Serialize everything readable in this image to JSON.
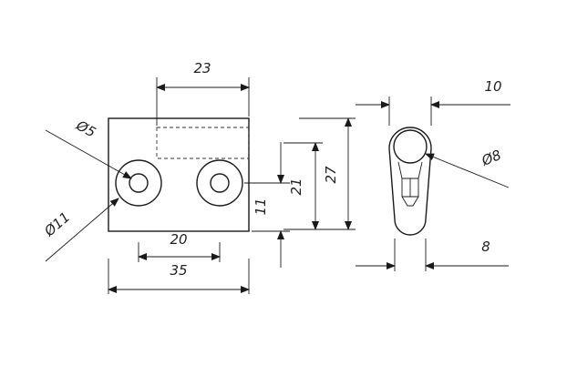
{
  "dimensions": {
    "top_width": "23",
    "hole_diameter": "Ø5",
    "boss_diameter": "Ø11",
    "hole_spacing": "20",
    "overall_width": "35",
    "height_small": "11",
    "height_mid": "21",
    "height_overall": "27",
    "side_top_width": "10",
    "side_hole_diameter": "Ø8",
    "side_bottom_width": "8"
  }
}
